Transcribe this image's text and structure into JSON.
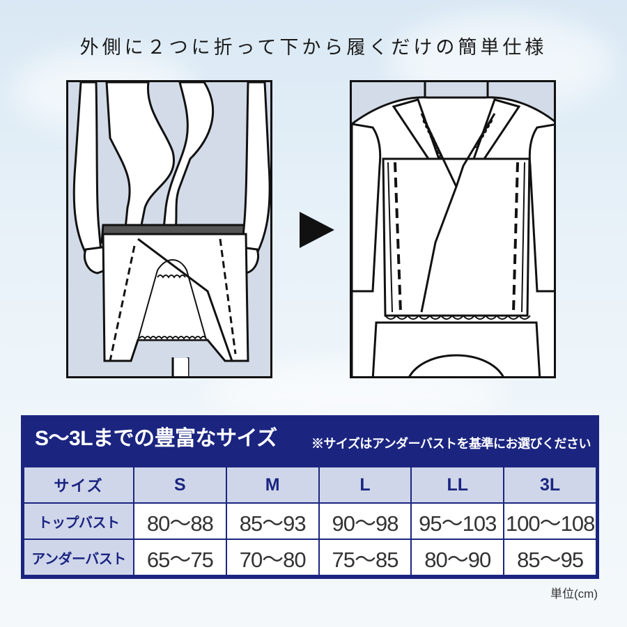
{
  "headline": "外側に２つに折って下から履くだけの簡単仕様",
  "illustrations": {
    "left": "folded-garment-step-in-illustration",
    "arrow": "right-triangle-arrow-icon",
    "right": "worn-garment-back-view-illustration"
  },
  "size_section": {
    "title": "S〜3Lまでの豊富なサイズ",
    "note": "※サイズはアンダーバストを基準にお選びください",
    "header_label": "サイズ",
    "sizes": [
      "S",
      "M",
      "L",
      "LL",
      "3L"
    ],
    "rows": [
      {
        "label": "トップバスト",
        "values": [
          "80〜88",
          "85〜93",
          "90〜98",
          "95〜103",
          "100〜108"
        ]
      },
      {
        "label": "アンダーバスト",
        "values": [
          "65〜75",
          "70〜80",
          "75〜85",
          "80〜90",
          "85〜95"
        ]
      }
    ],
    "unit": "単位(cm)"
  },
  "colors": {
    "navy": "#1b2580",
    "header_fill": "#cfd6ea",
    "panel_fill": "#d3dbe8",
    "outline": "#111111"
  }
}
